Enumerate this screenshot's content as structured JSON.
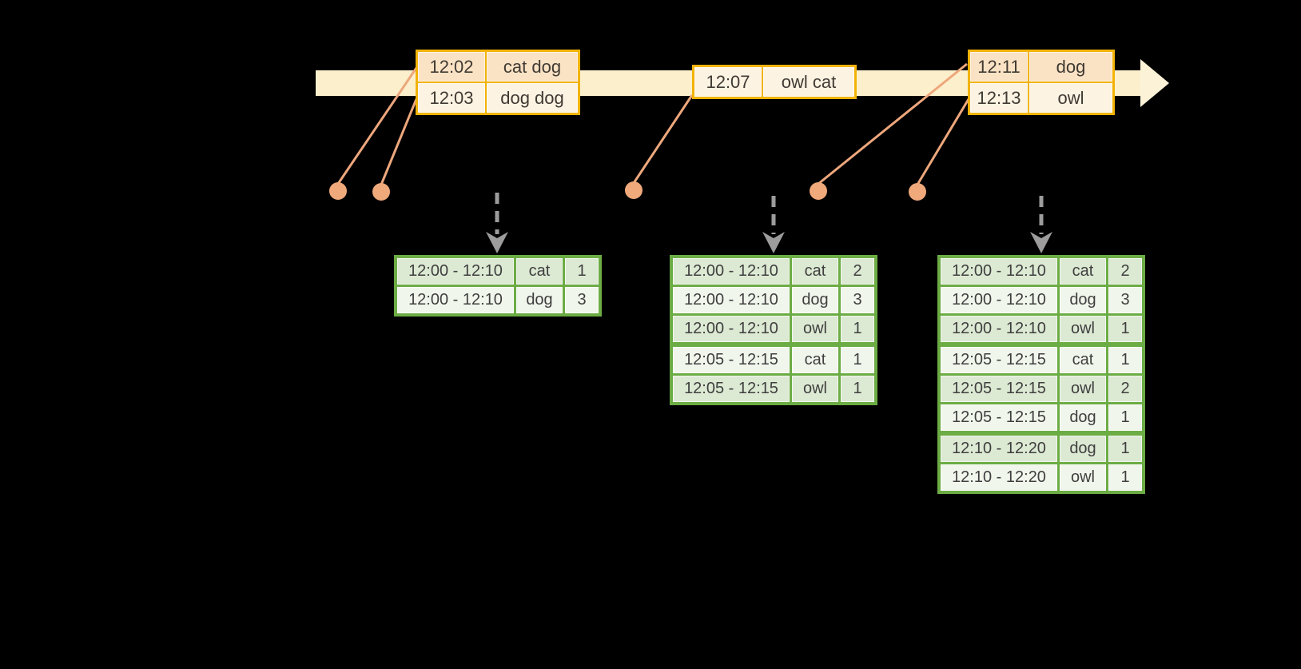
{
  "timeline": {
    "event_groups": [
      {
        "rows": [
          {
            "time": "12:02",
            "words": "cat dog",
            "shade": "dark"
          },
          {
            "time": "12:03",
            "words": "dog dog",
            "shade": "light"
          }
        ]
      },
      {
        "rows": [
          {
            "time": "12:07",
            "words": "owl cat",
            "shade": "light"
          }
        ]
      },
      {
        "rows": [
          {
            "time": "12:11",
            "words": "dog",
            "shade": "dark"
          },
          {
            "time": "12:13",
            "words": "owl",
            "shade": "light"
          }
        ]
      }
    ]
  },
  "result_tables": [
    {
      "rows": [
        {
          "window": "12:00 - 12:10",
          "word": "cat",
          "count": "1"
        },
        {
          "window": "12:00 - 12:10",
          "word": "dog",
          "count": "3"
        }
      ],
      "group_breaks": []
    },
    {
      "rows": [
        {
          "window": "12:00 - 12:10",
          "word": "cat",
          "count": "2"
        },
        {
          "window": "12:00 - 12:10",
          "word": "dog",
          "count": "3"
        },
        {
          "window": "12:00 - 12:10",
          "word": "owl",
          "count": "1"
        },
        {
          "window": "12:05 - 12:15",
          "word": "cat",
          "count": "1"
        },
        {
          "window": "12:05 - 12:15",
          "word": "owl",
          "count": "1"
        }
      ],
      "group_breaks": [
        3
      ]
    },
    {
      "rows": [
        {
          "window": "12:00 - 12:10",
          "word": "cat",
          "count": "2"
        },
        {
          "window": "12:00 - 12:10",
          "word": "dog",
          "count": "3"
        },
        {
          "window": "12:00 - 12:10",
          "word": "owl",
          "count": "1"
        },
        {
          "window": "12:05 - 12:15",
          "word": "cat",
          "count": "1"
        },
        {
          "window": "12:05 - 12:15",
          "word": "owl",
          "count": "2"
        },
        {
          "window": "12:05 - 12:15",
          "word": "dog",
          "count": "1"
        },
        {
          "window": "12:10 - 12:20",
          "word": "dog",
          "count": "1"
        },
        {
          "window": "12:10 - 12:20",
          "word": "owl",
          "count": "1"
        }
      ],
      "group_breaks": [
        3,
        6
      ]
    }
  ],
  "colors": {
    "background": "#000000",
    "timeline_band": "#FCEFCB",
    "timeline_arrowhead": "#FBF2D8",
    "event_border": "#F2B306",
    "event_fill_dark": "#FAE2C4",
    "event_fill_light": "#FDF3E3",
    "connector_orange": "#EDA77C",
    "trigger_arrow_gray": "#9C9C9C",
    "table_border_green": "#6CAC44",
    "table_row_dark": "#DCE9D3",
    "table_row_light": "#F1F6EC",
    "text": "#3F3F3F"
  }
}
